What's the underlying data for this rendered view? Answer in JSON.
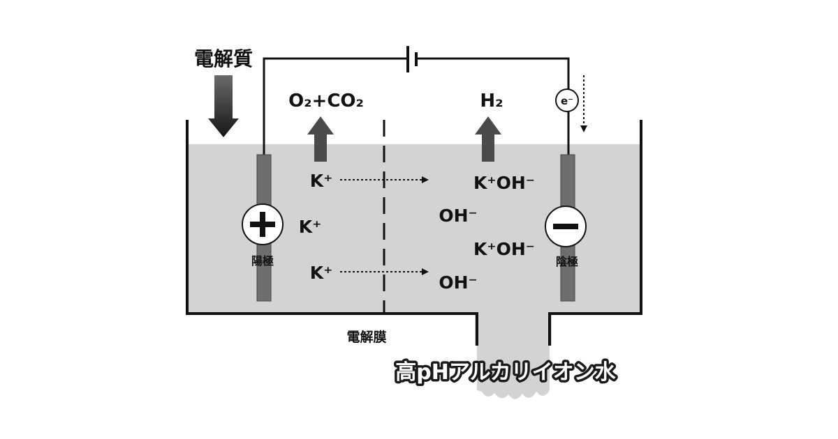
{
  "labels": {
    "electrolyte": "電解質",
    "gas_anode": "O₂+CO₂",
    "gas_cathode": "H₂",
    "electron": "e⁻",
    "anode_symbol": "+",
    "anode_name": "陽極",
    "cathode_name": "陰極",
    "membrane": "電解膜",
    "output_water": "高pHアルカリイオン水"
  },
  "ions": {
    "k_top": "K⁺",
    "k_mid": "K⁺",
    "k_bottom": "K⁺",
    "koh_top": "K⁺OH⁻",
    "oh_mid": "OH⁻",
    "koh_bottom": "K⁺OH⁻",
    "oh_bottom": "OH⁻"
  },
  "colors": {
    "liquid": "#d3d3d3",
    "electrode": "#6e6e6e",
    "arrow": "#4a4a4a",
    "line": "#111111"
  }
}
